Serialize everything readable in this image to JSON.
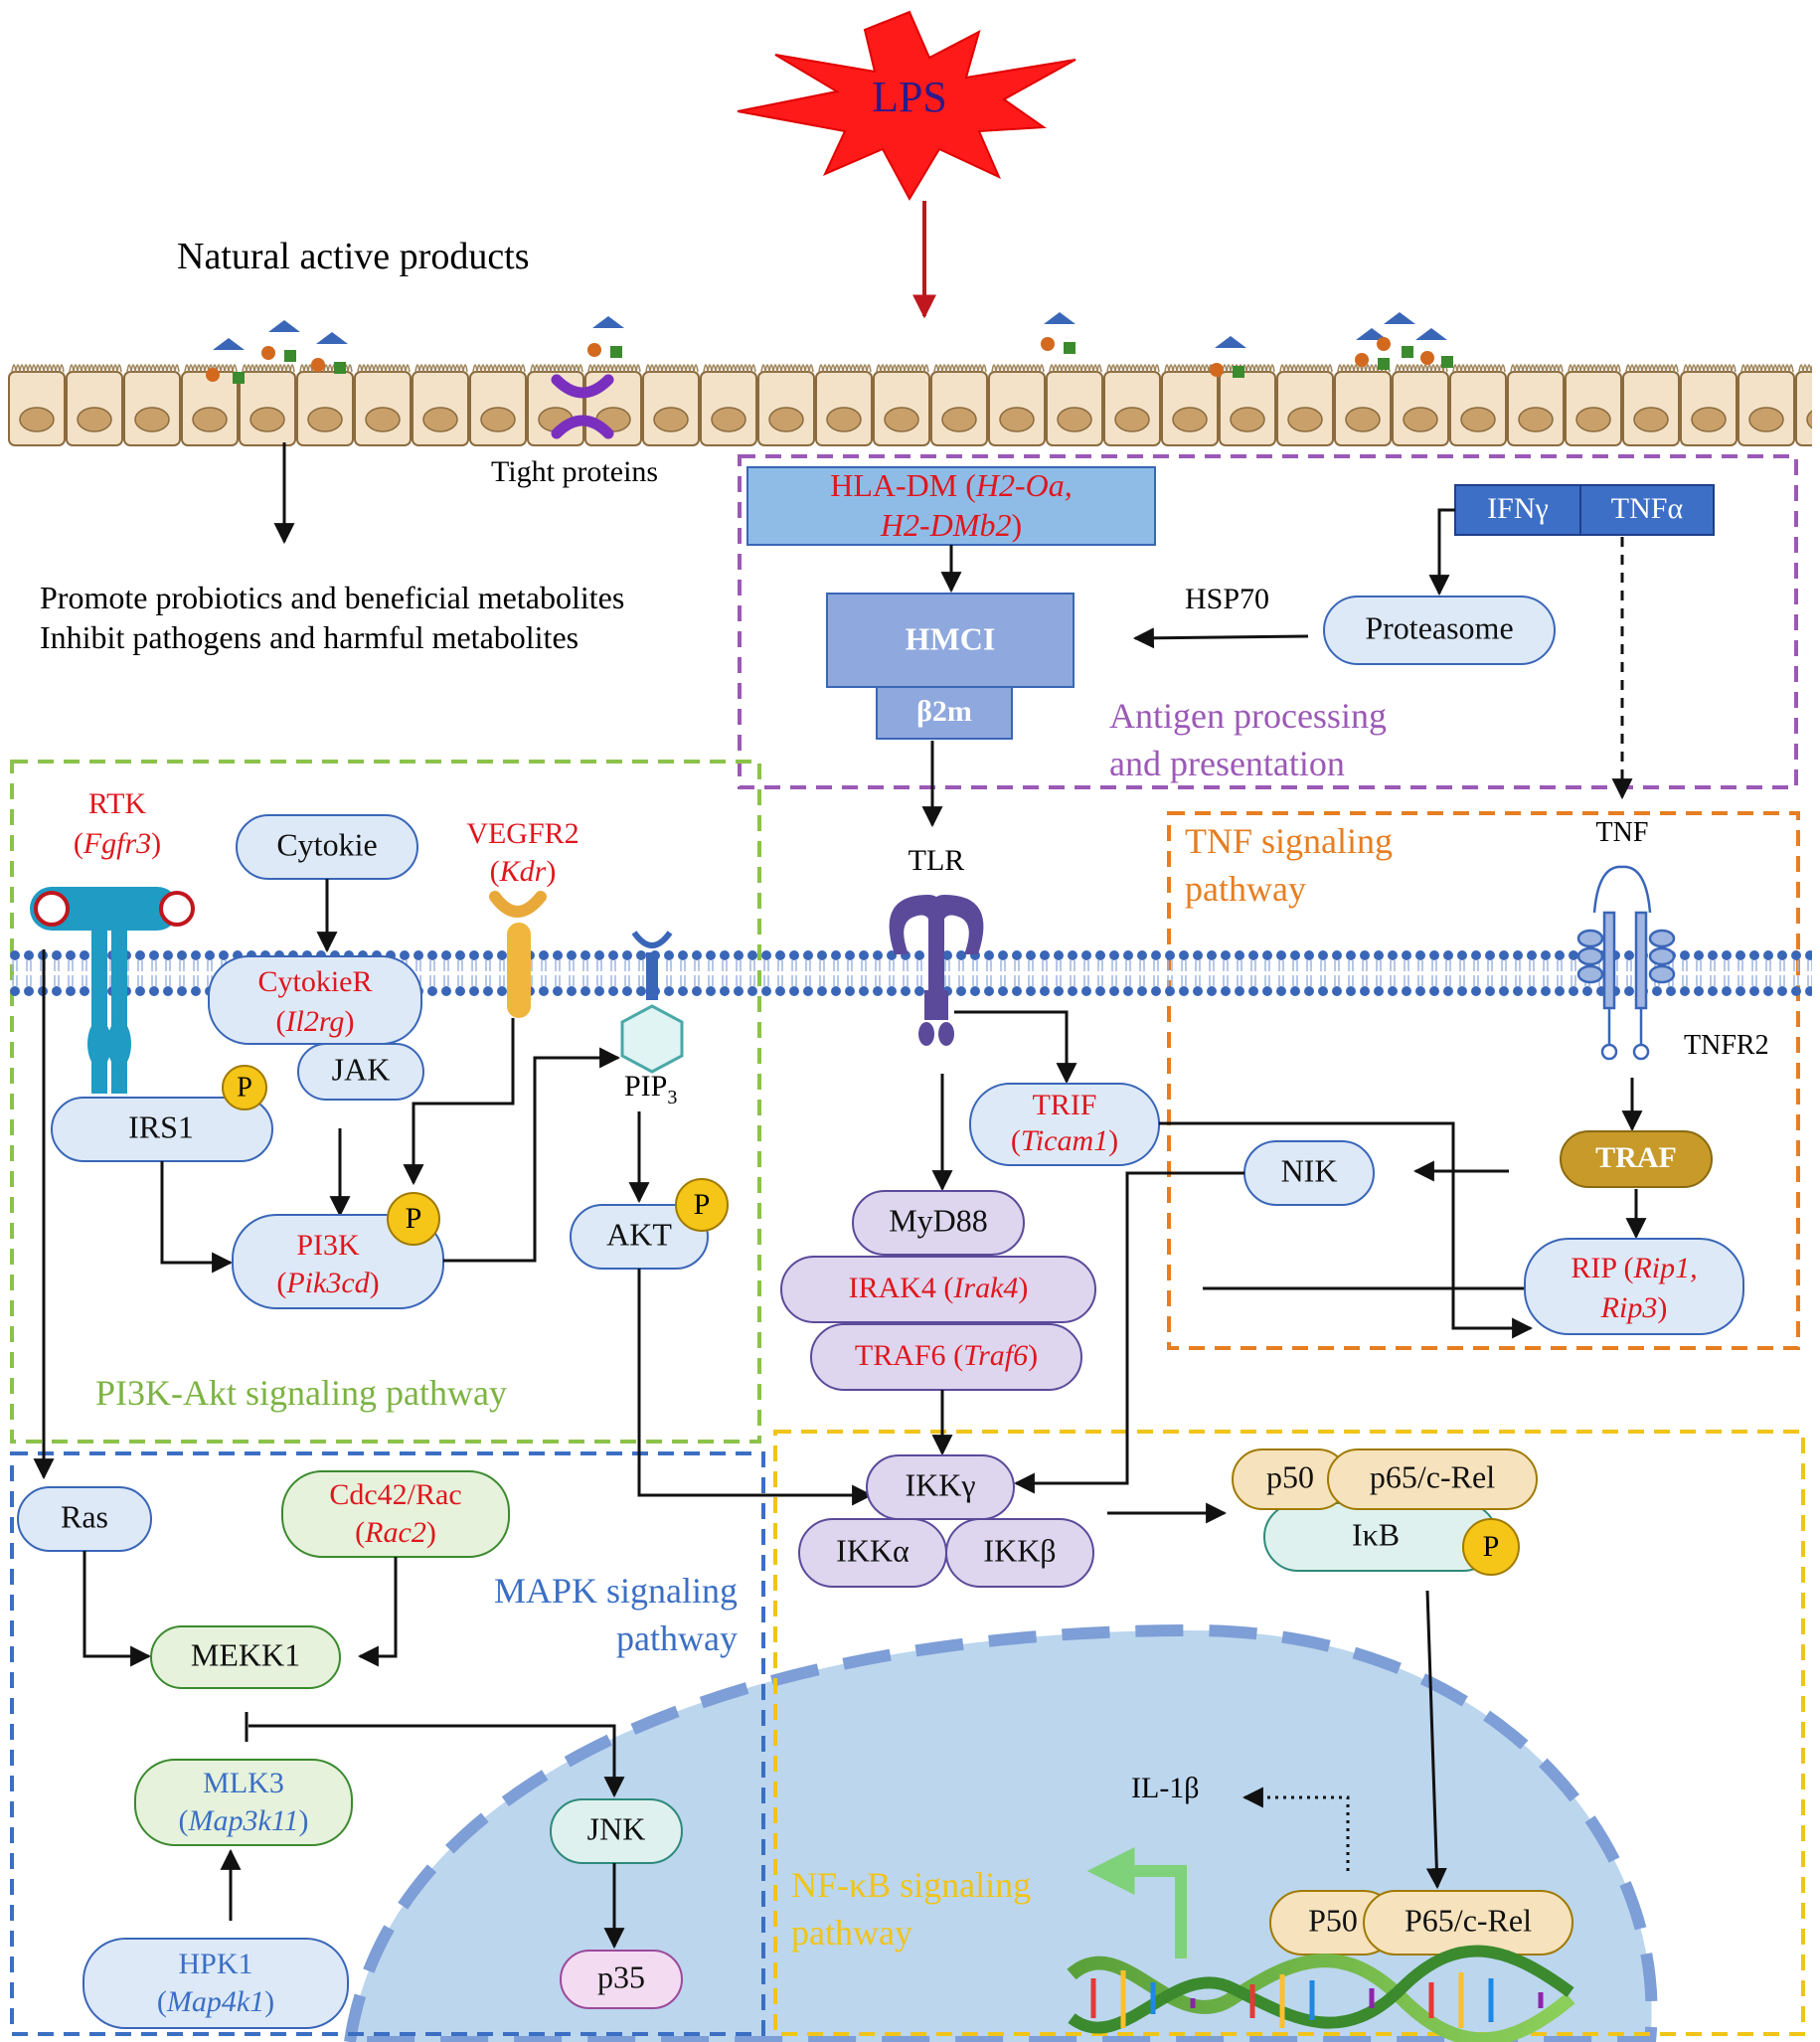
{
  "stimulus": {
    "label": "LPS"
  },
  "top_text": {
    "natural_active_products": "Natural active products",
    "tight_proteins": "Tight proteins",
    "promote": "Promote probiotics and beneficial metabolites",
    "inhibit": "Inhibit pathogens and harmful metabolites"
  },
  "antigen": {
    "hla_line1_a": "HLA-DM (",
    "hla_line1_b": "H2-Oa,",
    "hla_line2_a": "H2-DMb2",
    "hla_line2_b": ")",
    "hmci": "HMCI",
    "b2m": "β2m",
    "hsp70": "HSP70",
    "ifng": "IFNγ",
    "tnfa": "TNFα",
    "proteasome": "Proteasome",
    "title_line1": "Antigen processing",
    "title_line2": "and presentation"
  },
  "pi3k": {
    "rtk": "RTK",
    "rtk_gene": "Fgfr3",
    "cytokie": "Cytokie",
    "cytokier": "CytokieR",
    "cytokier_gene": "Il2rg",
    "jak": "JAK",
    "vegfr2": "VEGFR2",
    "vegfr2_gene": "Kdr",
    "pip3_main": "PIP",
    "pip3_sub": "3",
    "irs1": "IRS1",
    "pi3k": "PI3K",
    "pi3k_gene": "Pik3cd",
    "akt": "AKT",
    "p": "P",
    "title": "PI3K-Akt signaling pathway"
  },
  "tlr": {
    "tlr": "TLR",
    "trif": "TRIF",
    "trif_gene": "Ticam1",
    "myd88": "MyD88",
    "irak4": "IRAK4",
    "irak4_gene": "Irak4",
    "traf6": "TRAF6",
    "traf6_gene": "Traf6"
  },
  "tnf": {
    "title_line1": "TNF signaling",
    "title_line2": "pathway",
    "tnf": "TNF",
    "tnfr2": "TNFR2",
    "traf": "TRAF",
    "nik": "NIK",
    "rip_a": "RIP (",
    "rip_gene1": "Rip1,",
    "rip_gene2": "Rip3",
    "rip_close": ")"
  },
  "mapk": {
    "ras": "Ras",
    "cdc42": "Cdc42/Rac",
    "cdc42_gene": "Rac2",
    "mekk1": "MEKK1",
    "mlk3": "MLK3",
    "mlk3_gene": "Map3k11",
    "hpk1": "HPK1",
    "hpk1_gene": "Map4k1",
    "jnk": "JNK",
    "p35": "p35",
    "title_line1": "MAPK signaling",
    "title_line2": "pathway"
  },
  "nfkb": {
    "ikkg": "IKKγ",
    "ikka": "IKKα",
    "ikkb": "IKKβ",
    "p50": "p50",
    "p65": "p65/c-Rel",
    "ikb": "IκB",
    "p": "P",
    "il1b": "IL-1β",
    "p50_nuc": "P50",
    "p65_nuc": "P65/c-Rel",
    "title_line1": "NF-κB signaling",
    "title_line2": "pathway"
  },
  "colors": {
    "antigen_box": "#9b59b6",
    "pi3k_box": "#8bc34a",
    "tnf_box": "#e67e22",
    "mapk_box": "#3b6fc4",
    "nfkb_box": "#f0c419",
    "gene_red": "#e0161d",
    "mapk_gene_blue": "#3b6fc4"
  }
}
